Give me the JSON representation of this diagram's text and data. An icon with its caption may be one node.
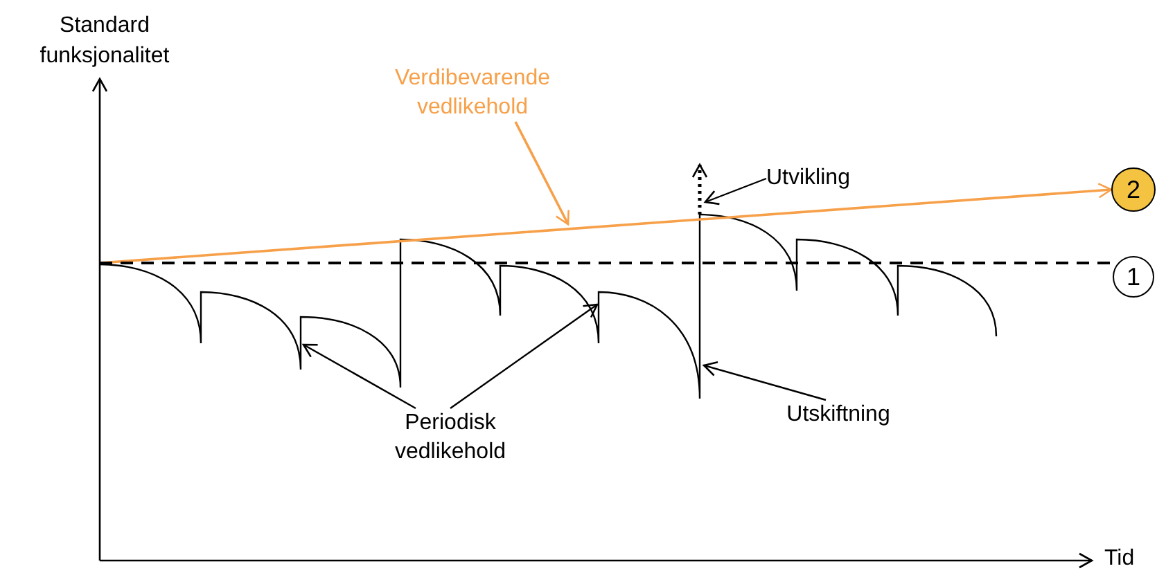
{
  "diagram": {
    "nodes": [
      {
        "text": [
          "Verdibevarende vedlikehold"
        ]
      },
      {
        "text": [
          "Utvikling"
        ]
      },
      {
        "text": [
          "Periodisk vedlikehold"
        ]
      },
      {
        "text": [
          "Utskiftning"
        ]
      },
      {
        "text": [
          "2"
        ]
      },
      {
        "text": [
          "1"
        ]
      }
    ],
    "edges": [
      {
        "from": 0,
        "to": null,
        "arrow": "to",
        "color": "#f7a04a"
      },
      {
        "from": 1,
        "to": null,
        "arrow": "to"
      },
      {
        "from": 2,
        "to": null,
        "arrow": "to"
      },
      {
        "from": 2,
        "to": null,
        "arrow": "to"
      },
      {
        "from": 3,
        "to": null,
        "arrow": "to"
      },
      {
        "from": null,
        "to": 4,
        "arrow": "to",
        "color": "#f7a04a"
      },
      {
        "from": null,
        "to": 5,
        "arrow": "none",
        "style": "dashed"
      }
    ],
    "labels": [
      "Standard funksjonalitet",
      "Tid"
    ]
  }
}
